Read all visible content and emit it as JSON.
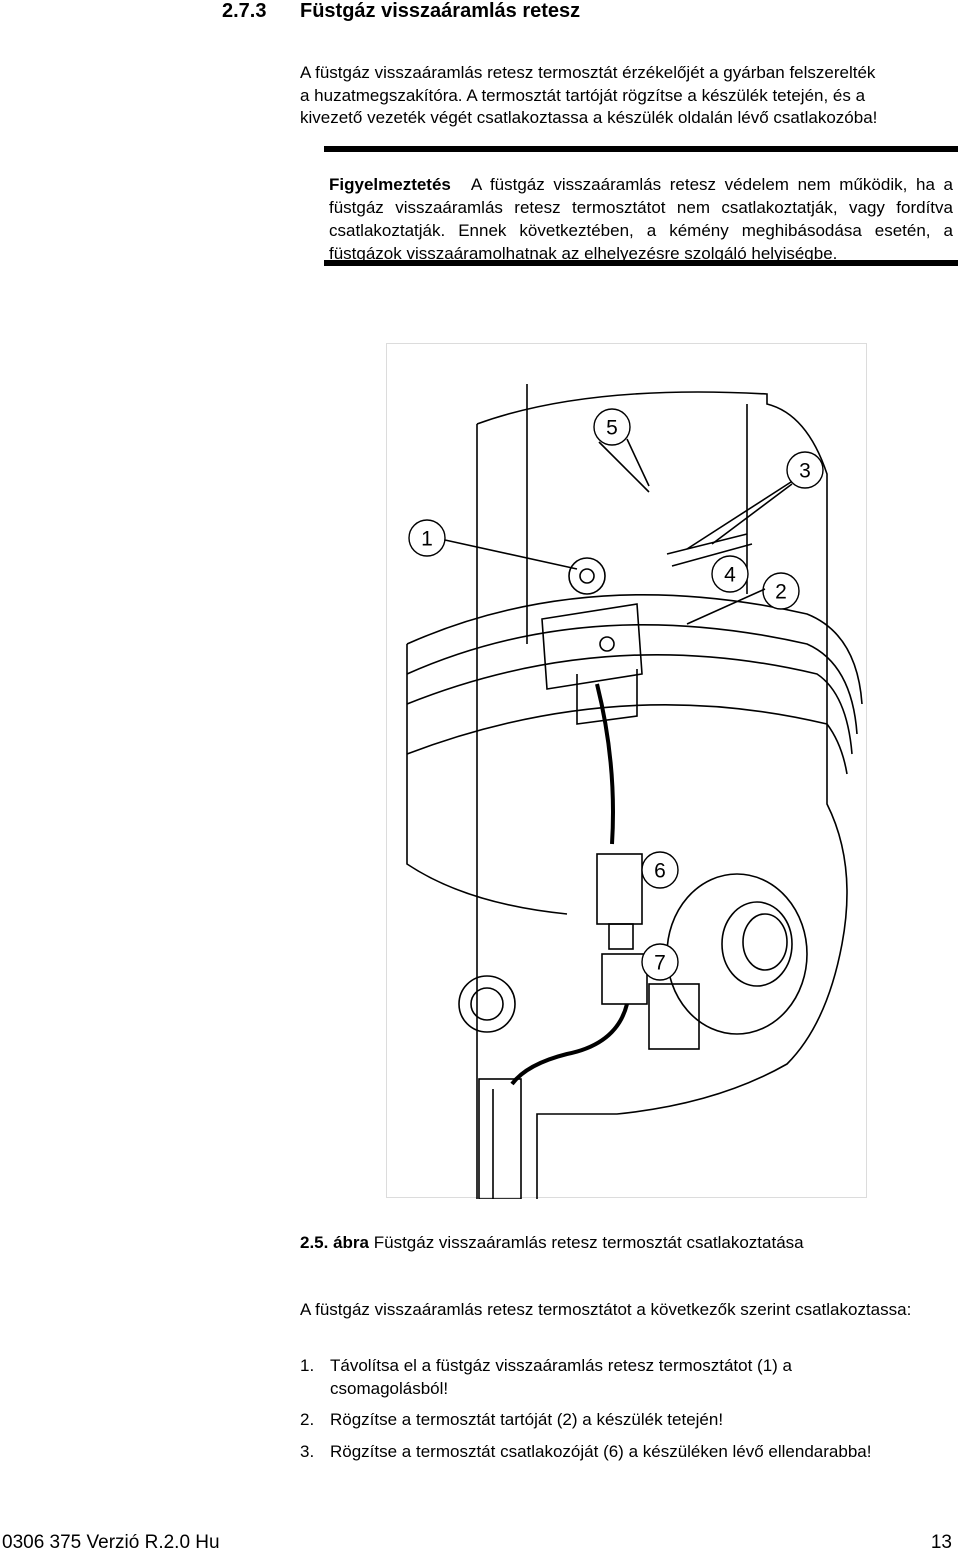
{
  "section": {
    "number": "2.7.3",
    "title": "Füstgáz visszaáramlás retesz"
  },
  "intro": {
    "lines": [
      "A füstgáz visszaáramlás retesz termosztát érzékelőjét a gyárban felszerelték",
      "a huzatmegszakítóra. A termosztát tartóját rögzítse a készülék tetején, és a",
      "kivezető vezeték végét csatlakoztassa a készülék oldalán lévő csatlakozóba!"
    ]
  },
  "warning": {
    "label": "Figyelmeztetés",
    "text": "A füstgáz visszaáramlás retesz védelem nem működik, ha a füstgáz visszaáramlás retesz termosztátot nem csatlakoztatják, vagy fordítva csatlakoztatják. Ennek következtében, a kémény meghibásodása esetén, a füstgázok visszaáramolhatnak az elhelyezésre szolgáló helyiségbe."
  },
  "figure": {
    "callouts": [
      "1",
      "2",
      "3",
      "4",
      "5",
      "6",
      "7"
    ],
    "caption_number": "2.5. ábra",
    "caption_text": "Füstgáz visszaáramlás retesz termosztát csatlakoztatása"
  },
  "instructions": {
    "intro": "A füstgáz visszaáramlás retesz termosztátot a következők szerint csatlakoztassa:",
    "steps": [
      {
        "n": "1.",
        "text": "Távolítsa el a füstgáz visszaáramlás retesz termosztátot (1) a csomagolásból!"
      },
      {
        "n": "2.",
        "text": "Rögzítse a termosztát tartóját (2) a készülék tetején!"
      },
      {
        "n": "3.",
        "text": "Rögzítse a termosztát csatlakozóját (6) a készüléken lévő ellendarabba!"
      }
    ]
  },
  "footer": {
    "doc_id": "0306 375 Verzió R.2.0 Hu",
    "page": "13"
  }
}
